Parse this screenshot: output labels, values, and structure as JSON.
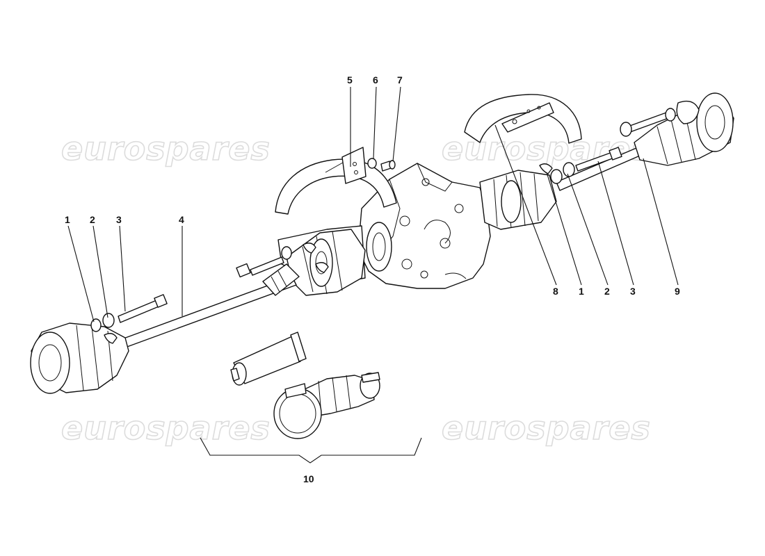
{
  "watermark": "eurospares",
  "callouts": {
    "c1a": "1",
    "c2a": "2",
    "c3a": "3",
    "c4": "4",
    "c5": "5",
    "c6": "6",
    "c7": "7",
    "c8": "8",
    "c1b": "1",
    "c2b": "2",
    "c3b": "3",
    "c9": "9",
    "c10": "10"
  }
}
